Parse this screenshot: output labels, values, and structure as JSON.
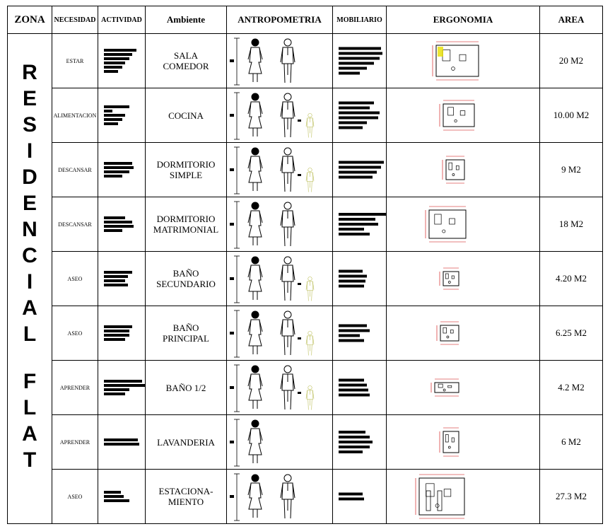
{
  "headers": {
    "zona": "ZONA",
    "necesidad": "NECESIDAD",
    "actividad": "ACTIVIDAD",
    "ambiente": "Ambiente",
    "antropometria": "ANTROPOMETRIA",
    "mobiliario": "MOBILIARIO",
    "ergonomia": "ERGONOMIA",
    "area": "AREA"
  },
  "zona": {
    "line1": "RESIDENCIAL",
    "line2": "FLAT"
  },
  "rows": [
    {
      "necesidad": "ESTAR",
      "ambiente": [
        "SALA",
        "COMEDOR"
      ],
      "area": "20 M2"
    },
    {
      "necesidad": "ALIMENTACION",
      "ambiente": [
        "COCINA"
      ],
      "area": "10.00 M2"
    },
    {
      "necesidad": "DESCANSAR",
      "ambiente": [
        "DORMITORIO",
        "SIMPLE"
      ],
      "area": "9 M2"
    },
    {
      "necesidad": "DESCANSAR",
      "ambiente": [
        "DORMITORIO",
        "MATRIMONIAL"
      ],
      "area": "18 M2"
    },
    {
      "necesidad": "ASEO",
      "ambiente": [
        "BAÑO",
        "SECUNDARIO"
      ],
      "area": "4.20 M2"
    },
    {
      "necesidad": "ASEO",
      "ambiente": [
        "BAÑO",
        "PRINCIPAL"
      ],
      "area": "6.25 M2"
    },
    {
      "necesidad": "APRENDER",
      "ambiente": [
        "BAÑO 1/2"
      ],
      "area": "4.2 M2"
    },
    {
      "necesidad": "APRENDER",
      "ambiente": [
        "LAVANDERIA"
      ],
      "area": "6 M2"
    },
    {
      "necesidad": "ASEO",
      "ambiente": [
        "ESTACIONA-",
        "MIENTO"
      ],
      "area": "27.3 M2"
    }
  ],
  "colors": {
    "line": "#000000",
    "dimension": "#cc0000",
    "child_figure": "#b5b84a",
    "highlight": "#e8e000"
  },
  "icons": [
    "female-figure-icon",
    "male-figure-icon",
    "child-figure-icon",
    "floor-plan-icon",
    "dimension-line-icon"
  ]
}
